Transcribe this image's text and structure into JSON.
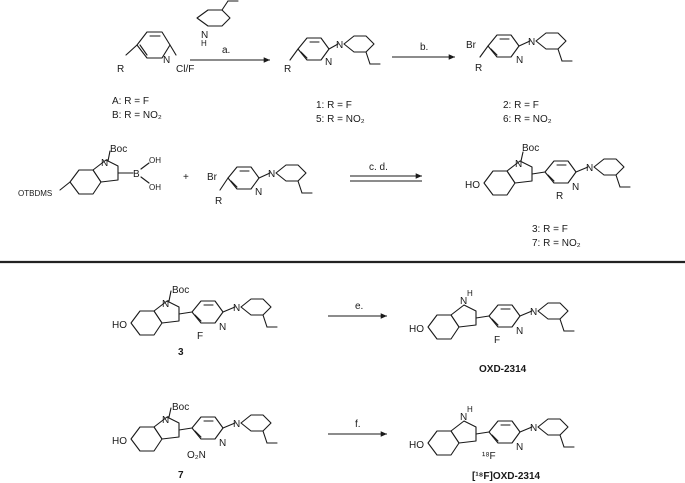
{
  "scheme": {
    "step1": {
      "reagent": "a.",
      "reactant_R": "R",
      "reactant_X": "Cl/F",
      "label_A": "A: R = F",
      "label_B": "B: R = NO₂",
      "product_R": "R",
      "product_1": "1: R = F",
      "product_5": "5: R = NO₂"
    },
    "step2": {
      "reagent": "b.",
      "Br": "Br",
      "R": "R",
      "product_2": "2: R = F",
      "product_6": "6: R = NO₂"
    },
    "step3": {
      "reagent": "c. d.",
      "plus": "+",
      "boc": "Boc",
      "N": "N",
      "boronic_OH1": "OH",
      "boronic_OH2": "OH",
      "boronic_B": "B",
      "otbdms": "OTBDMS",
      "Br": "Br",
      "R": "R",
      "product_boc": "Boc",
      "product_HO": "HO",
      "product_R": "R",
      "product_3": "3: R = F",
      "product_7": "7: R = NO₂"
    },
    "step4": {
      "reagent": "e.",
      "boc": "Boc",
      "HO": "HO",
      "F": "F",
      "compound_3": "3",
      "product_NH": "H",
      "product_HO": "HO",
      "product_F": "F",
      "product_name": "OXD-2314"
    },
    "step5": {
      "reagent": "f.",
      "boc": "Boc",
      "HO": "HO",
      "NO2": "O₂N",
      "compound_7": "7",
      "product_NH": "H",
      "product_HO": "HO",
      "product_F": "¹⁸F",
      "product_name": "[¹⁸F]OXD-2314"
    }
  }
}
